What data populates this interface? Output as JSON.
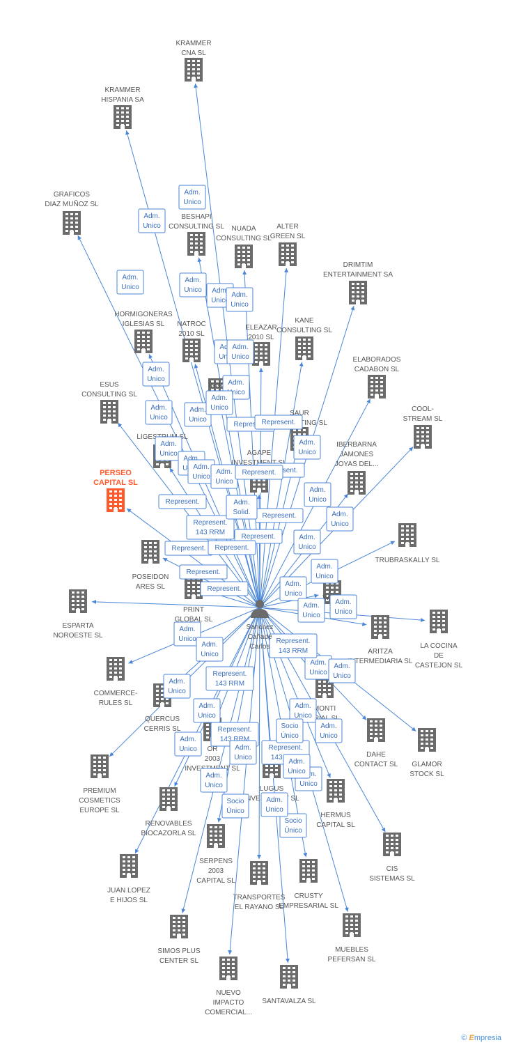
{
  "colors": {
    "edge": "#4a86d8",
    "building": "#6b6b6b",
    "highlight": "#ff5a2c",
    "person": "#6b6b6b"
  },
  "center": {
    "icon": "person-icon",
    "lines": [
      "Sanchez",
      "Cañade",
      "Carlos"
    ]
  },
  "companies": [
    {
      "id": "krammer-cna",
      "lines": [
        "KRAMMER",
        "CNA SL"
      ]
    },
    {
      "id": "krammer-hispania",
      "lines": [
        "KRAMMER",
        "HISPANIA SA"
      ]
    },
    {
      "id": "graficos",
      "lines": [
        "GRAFICOS",
        "DIAZ MUÑOZ SL"
      ]
    },
    {
      "id": "beshapi",
      "lines": [
        "BESHAPI",
        "CONSULTING SL"
      ]
    },
    {
      "id": "nuada",
      "lines": [
        "NUADA",
        "CONSULTING SL"
      ]
    },
    {
      "id": "alter",
      "lines": [
        "ALTER",
        "GREEN SL"
      ]
    },
    {
      "id": "drimtim",
      "lines": [
        "DRIMTIM",
        "ENTERTAINMENT SA"
      ]
    },
    {
      "id": "hormigoneras",
      "lines": [
        "HORMIGONERAS",
        "IGLESIAS SL"
      ]
    },
    {
      "id": "natroc",
      "lines": [
        "NATROC",
        "2010 SL"
      ]
    },
    {
      "id": "eleazar",
      "lines": [
        "ELEAZAR",
        "2010 SL"
      ]
    },
    {
      "id": "kane",
      "lines": [
        "KANE",
        "CONSULTING SL"
      ]
    },
    {
      "id": "elaborados",
      "lines": [
        "ELABORADOS",
        "CADABON SL"
      ]
    },
    {
      "id": "esus",
      "lines": [
        "ESUS",
        "CONSULTING SL"
      ]
    },
    {
      "id": "inno",
      "lines": [
        "INNO",
        ""
      ]
    },
    {
      "id": "saur",
      "lines": [
        "SAUR",
        "CONSULTING SL"
      ]
    },
    {
      "id": "coolstream",
      "lines": [
        "COOL-",
        "STREAM SL"
      ]
    },
    {
      "id": "ligestrum",
      "lines": [
        "LIGESTRUM SL"
      ]
    },
    {
      "id": "agape",
      "lines": [
        "AGAPE",
        "INVESTMENT SL"
      ]
    },
    {
      "id": "iberbarna",
      "lines": [
        "IBERBARNA",
        "JAMONES",
        "JOYAS DEL..."
      ]
    },
    {
      "id": "perseo",
      "lines": [
        "PERSEO",
        "CAPITAL SL"
      ],
      "highlight": true
    },
    {
      "id": "trubraskally",
      "lines": [
        "TRUBRASKALLY SL"
      ]
    },
    {
      "id": "poseidon",
      "lines": [
        "POSEIDON",
        "ARES SL"
      ]
    },
    {
      "id": "print",
      "lines": [
        "PRINT",
        "GLOBAL SL"
      ]
    },
    {
      "id": "well",
      "lines": [
        "WELL",
        ""
      ]
    },
    {
      "id": "esparta",
      "lines": [
        "ESPARTA",
        "NOROESTE SL"
      ]
    },
    {
      "id": "aritza",
      "lines": [
        "ARITZA",
        "INTERMEDIARIA SL"
      ]
    },
    {
      "id": "lacocina",
      "lines": [
        "LA COCINA",
        "DE",
        "CASTEJON SL"
      ]
    },
    {
      "id": "commerce",
      "lines": [
        "COMMERCE-",
        "RULES SL"
      ]
    },
    {
      "id": "quercus",
      "lines": [
        "QUERCUS",
        "CERRIS SL"
      ]
    },
    {
      "id": "monti",
      "lines": [
        "MONTI",
        "ARIAL SL"
      ]
    },
    {
      "id": "dahe",
      "lines": [
        "DAHE",
        "CONTACT SL"
      ]
    },
    {
      "id": "glamor",
      "lines": [
        "GLAMOR",
        "STOCK SL"
      ]
    },
    {
      "id": "premium",
      "lines": [
        "PREMIUM",
        "COSMETICS",
        "EUROPE SL"
      ]
    },
    {
      "id": "orion",
      "lines": [
        "OR",
        "2003",
        "INVESTMENT SL"
      ]
    },
    {
      "id": "lugus",
      "lines": [
        "LUGUS",
        "INVESTMENT SL"
      ]
    },
    {
      "id": "hermus",
      "lines": [
        "HERMUS",
        "CAPITAL SL"
      ]
    },
    {
      "id": "renovables",
      "lines": [
        "RENOVABLES",
        "BIOCAZORLA SL"
      ]
    },
    {
      "id": "cis",
      "lines": [
        "CIS",
        "SISTEMAS SL"
      ]
    },
    {
      "id": "serpens",
      "lines": [
        "SERPENS",
        "2003",
        "CAPITAL SL"
      ]
    },
    {
      "id": "juanlopez",
      "lines": [
        "JUAN LOPEZ",
        "E HIJOS SL"
      ]
    },
    {
      "id": "transportes",
      "lines": [
        "TRANSPORTES",
        "EL RAYANO SL"
      ]
    },
    {
      "id": "crusty",
      "lines": [
        "CRUSTY",
        "EMPRESARIAL SL"
      ]
    },
    {
      "id": "simos",
      "lines": [
        "SIMOS PLUS",
        "CENTER SL"
      ]
    },
    {
      "id": "muebles",
      "lines": [
        "MUEBLES",
        "PEFERSAN SL"
      ]
    },
    {
      "id": "nuevo",
      "lines": [
        "NUEVO",
        "IMPACTO",
        "COMERCIAL..."
      ]
    },
    {
      "id": "santavalza",
      "lines": [
        "SANTAVALZA SL"
      ]
    }
  ],
  "edge_labels": [
    {
      "lines": [
        "Adm.",
        "Unico"
      ]
    },
    {
      "lines": [
        "Adm.",
        "Unico"
      ]
    },
    {
      "lines": [
        "Adm.",
        "Unico"
      ]
    },
    {
      "lines": [
        "Adm.",
        "Unico"
      ]
    },
    {
      "lines": [
        "Adm.",
        "Unico"
      ]
    },
    {
      "lines": [
        "Adm.",
        "Unico"
      ]
    },
    {
      "lines": [
        "Adm.",
        "Unico"
      ]
    },
    {
      "lines": [
        "Adm.",
        "Unico"
      ]
    },
    {
      "lines": [
        "Adm.",
        "Unico"
      ]
    },
    {
      "lines": [
        "Adm.",
        "Unico"
      ]
    },
    {
      "lines": [
        "Adm.",
        "Unico"
      ]
    },
    {
      "lines": [
        "Adm.",
        "Unico"
      ]
    },
    {
      "lines": [
        "Adm.",
        "Unico"
      ]
    },
    {
      "lines": [
        "Adm.",
        "Unico"
      ]
    },
    {
      "lines": [
        "Adm.",
        "Unico"
      ]
    },
    {
      "lines": [
        "Adm.",
        "Unico"
      ]
    },
    {
      "lines": [
        "Adm.",
        "Unico"
      ]
    },
    {
      "lines": [
        "Adm.",
        "Unico"
      ]
    },
    {
      "lines": [
        "Adm.",
        "Unico"
      ]
    },
    {
      "lines": [
        "Adm.",
        "Unico"
      ]
    },
    {
      "lines": [
        "Adm.",
        "Unico"
      ]
    },
    {
      "lines": [
        "Adm.",
        "Unico"
      ]
    },
    {
      "lines": [
        "Adm.",
        "Unico"
      ]
    },
    {
      "lines": [
        "Adm.",
        "Unico"
      ]
    },
    {
      "lines": [
        "Adm.",
        "Unico"
      ]
    },
    {
      "lines": [
        "Adm.",
        "Unico"
      ]
    },
    {
      "lines": [
        "Adm.",
        "Unico"
      ]
    },
    {
      "lines": [
        "Adm.",
        "Unico"
      ]
    },
    {
      "lines": [
        "Adm.",
        "Unico"
      ]
    },
    {
      "lines": [
        "Adm.",
        "Unico"
      ]
    },
    {
      "lines": [
        "Adm.",
        "Unico"
      ]
    },
    {
      "lines": [
        "Adm.",
        "Unico"
      ]
    },
    {
      "lines": [
        "Adm.",
        "Unico"
      ]
    },
    {
      "lines": [
        "Adm.",
        "Unico"
      ]
    },
    {
      "lines": [
        "Adm.",
        "Unico"
      ]
    },
    {
      "lines": [
        "Adm.",
        "Unico"
      ]
    },
    {
      "lines": [
        "Represent."
      ]
    },
    {
      "lines": [
        "Represent."
      ]
    },
    {
      "lines": [
        "Represent."
      ]
    },
    {
      "lines": [
        "Represent."
      ]
    },
    {
      "lines": [
        "Represent."
      ]
    },
    {
      "lines": [
        "Represent."
      ]
    },
    {
      "lines": [
        "Represent."
      ]
    },
    {
      "lines": [
        "Represent."
      ]
    },
    {
      "lines": [
        "Represent."
      ]
    },
    {
      "lines": [
        "Represent."
      ]
    },
    {
      "lines": [
        "Represent."
      ]
    },
    {
      "lines": [
        "Represent.",
        "143 RRM"
      ]
    },
    {
      "lines": [
        "Represent.",
        "143 RRM"
      ]
    },
    {
      "lines": [
        "Represent.",
        "143 RRM"
      ]
    },
    {
      "lines": [
        "Represent.",
        "143 RRM"
      ]
    },
    {
      "lines": [
        "Represent.",
        "143 RRM"
      ]
    },
    {
      "lines": [
        "Adm.",
        "Solid."
      ]
    },
    {
      "lines": [
        "Socio",
        "Único"
      ]
    },
    {
      "lines": [
        "Socio",
        "Único"
      ]
    },
    {
      "lines": [
        "Socio",
        "Único"
      ]
    },
    {
      "lines": [
        "Adm.",
        "Unico"
      ]
    },
    {
      "lines": [
        "Adm.",
        "Unico"
      ]
    },
    {
      "lines": [
        "Adm.",
        "Unico"
      ]
    }
  ],
  "footer": {
    "copyright": "©",
    "brand_initial": "E",
    "brand_rest": "mpresia"
  }
}
